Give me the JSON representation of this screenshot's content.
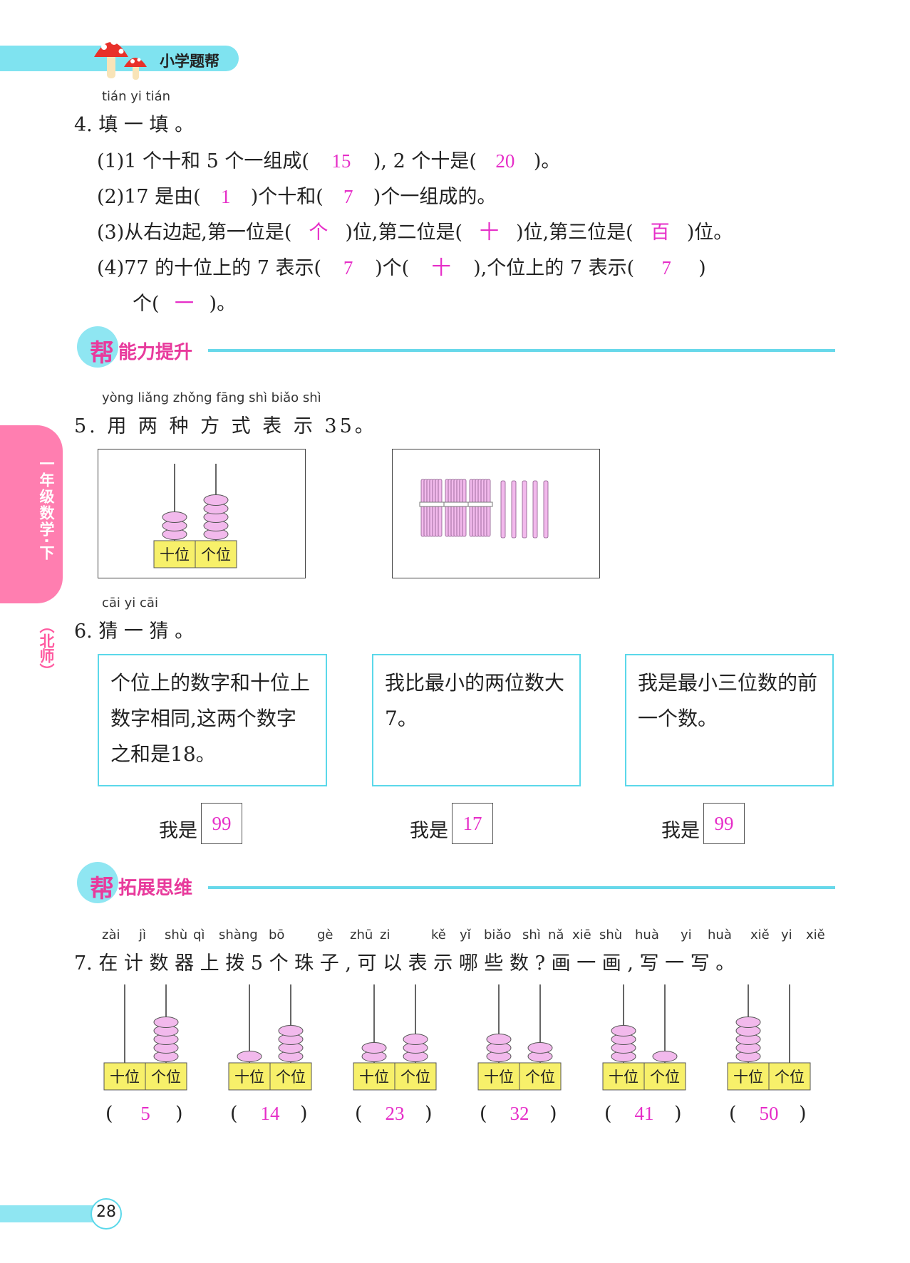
{
  "header": {
    "brand": "小学题帮"
  },
  "side_tab": {
    "grade": "一年级数学·下",
    "edition": "（北师）"
  },
  "page_number": "28",
  "q4": {
    "pinyin": "tián yi tián",
    "title": "4. 填 一 填 。",
    "items": [
      {
        "parts": [
          "(1)1 个十和 5 个一组成(",
          "15",
          "), 2 个十是(",
          "20",
          ")。"
        ]
      },
      {
        "parts": [
          "(2)17 是由(",
          "1",
          ")个十和(",
          "7",
          ")个一组成的。"
        ]
      },
      {
        "parts": [
          "(3)从右边起,第一位是(",
          "个",
          ")位,第二位是(",
          "十",
          ")位,第三位是(",
          "百",
          ")位。"
        ]
      },
      {
        "parts": [
          "(4)77 的十位上的 7 表示(",
          "7",
          ")个(",
          "十",
          "),个位上的 7 表示(",
          "7",
          ")"
        ]
      },
      {
        "parts": [
          "个(",
          "一",
          ")。"
        ]
      }
    ]
  },
  "section1": {
    "badge": "帮",
    "title": "能力提升"
  },
  "q5": {
    "pinyin": "yòng liǎng zhǒng fāng shì biǎo shì",
    "title": "5. 用 两 种 方 式 表 示 35。",
    "abacus": {
      "tens_label": "十位",
      "ones_label": "个位",
      "tens": 3,
      "ones": 5
    },
    "bundles": {
      "tens": 3,
      "ones": 5
    }
  },
  "q6": {
    "pinyin": "cāi yi cāi",
    "title": "6. 猜 一 猜 。",
    "riddles": [
      {
        "text": "个位上的数字和十位上数字相同,这两个数字之和是18。",
        "prefix": "我是",
        "answer": "99"
      },
      {
        "text": "我比最小的两位数大7。",
        "prefix": "我是",
        "answer": "17"
      },
      {
        "text": "我是最小三位数的前一个数。",
        "prefix": "我是",
        "answer": "99"
      }
    ]
  },
  "section2": {
    "badge": "帮",
    "title": "拓展思维"
  },
  "q7": {
    "pinyin": [
      "zài",
      "jì",
      "shù",
      "qì",
      "shàng",
      "bō",
      "gè",
      "zhū",
      "zi",
      "kě",
      "yǐ",
      "biǎo",
      "shì",
      "nǎ",
      "xiē",
      "shù",
      "huà",
      "yi",
      "huà",
      "xiě",
      "yi",
      "xiě"
    ],
    "title": "7. 在 计 数 器 上 拨 5 个 珠 子 , 可 以 表 示 哪 些 数 ? 画 一 画 , 写 一 写 。",
    "tens_label": "十位",
    "ones_label": "个位",
    "abaci": [
      {
        "tens": 0,
        "ones": 5,
        "answer": "5"
      },
      {
        "tens": 1,
        "ones": 4,
        "answer": "14"
      },
      {
        "tens": 2,
        "ones": 3,
        "answer": "23"
      },
      {
        "tens": 3,
        "ones": 2,
        "answer": "32"
      },
      {
        "tens": 4,
        "ones": 1,
        "answer": "41"
      },
      {
        "tens": 5,
        "ones": 0,
        "answer": "50"
      }
    ]
  },
  "colors": {
    "accent_cyan": "#67d8ea",
    "answer_magenta": "#e62ec8",
    "bead_pink": "#f2b9ec",
    "place_yellow": "#f7f06a",
    "tab_pink": "#ff7eb0"
  }
}
